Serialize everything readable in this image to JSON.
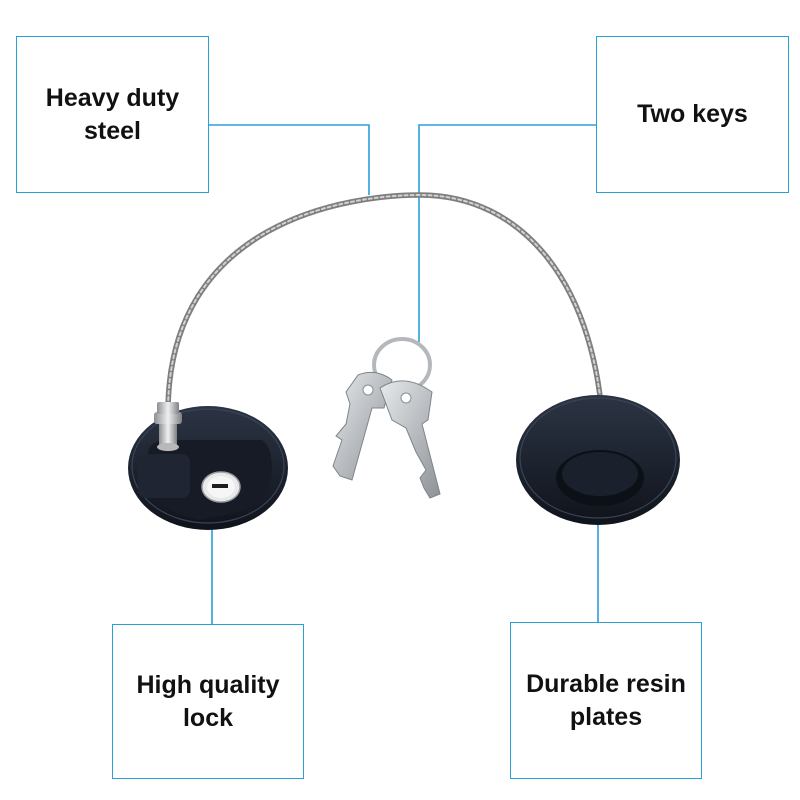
{
  "callouts": {
    "steel": "Heavy duty\nsteel",
    "keys": "Two keys",
    "lock": "High quality\nlock",
    "resin": "Durable resin\nplates"
  },
  "colors": {
    "callout_border": "#2a9fd8",
    "plate": "#1c2230",
    "cable": "#9a9a9a",
    "key_metal": "#c9cccf"
  }
}
